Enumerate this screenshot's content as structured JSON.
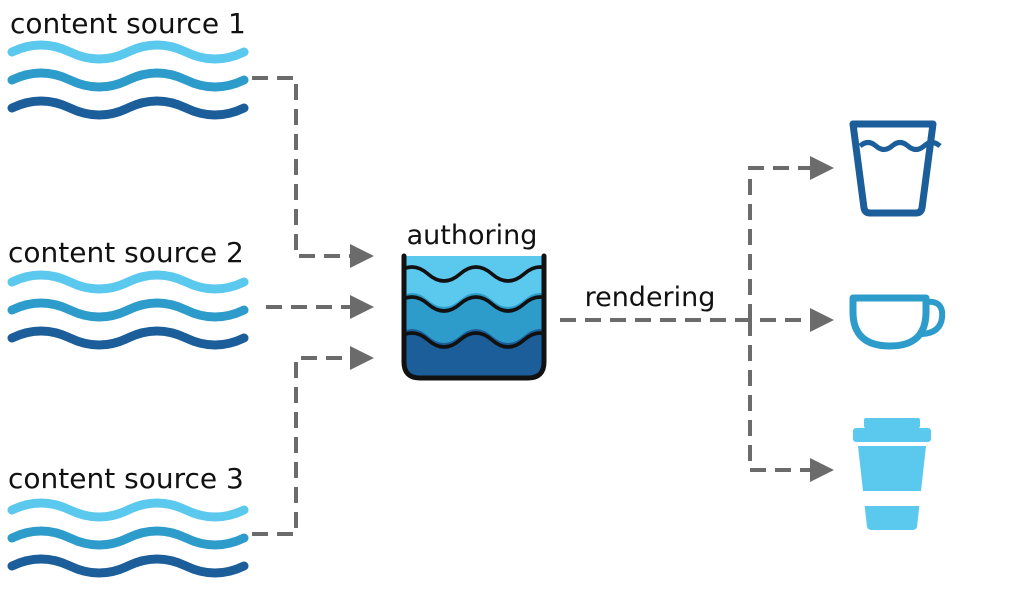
{
  "sources": [
    {
      "label": "content source 1"
    },
    {
      "label": "content source 2"
    },
    {
      "label": "content source 3"
    }
  ],
  "authoring": {
    "label": "authoring"
  },
  "rendering": {
    "label": "rendering"
  },
  "outputs": [
    {
      "icon": "glass-of-water-icon"
    },
    {
      "icon": "teacup-icon"
    },
    {
      "icon": "takeaway-cup-icon"
    }
  ],
  "colors": {
    "wave_light": "#5BC8EE",
    "wave_mid": "#2E9CCB",
    "wave_dark": "#1B5E9A",
    "arrow": "#6B6B6B",
    "glass": "#1B5E9A",
    "teacup": "#2E9CCB",
    "takeaway": "#5BC8EE"
  }
}
